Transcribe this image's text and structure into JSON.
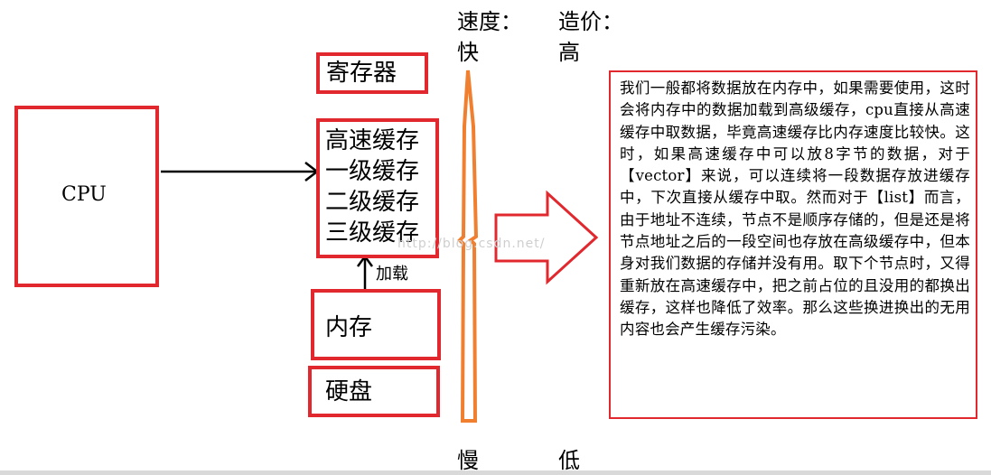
{
  "header": {
    "speed_label": "速度：",
    "cost_label": "造价：",
    "speed_high": "快",
    "cost_high": "高",
    "speed_low": "慢",
    "cost_low": "低"
  },
  "cpu": {
    "label": "CPU"
  },
  "register": {
    "label": "寄存器"
  },
  "cache": {
    "lines": [
      "高速缓存",
      "一级缓存",
      "二级缓存",
      "三级缓存"
    ]
  },
  "load_label": "加载",
  "memory": {
    "label": "内存"
  },
  "disk": {
    "label": "硬盘"
  },
  "note": {
    "text": "我们一般都将数据放在内存中，如果需要使用，这时会将内存中的数据加载到高级缓存，cpu直接从高速缓存中取数据，毕竟高速缓存比内存速度比较快。这时，如果高速缓存中可以放8字节的数据，对于【vector】来说，可以连续将一段数据存放进缓存中，下次直接从缓存中取。然而对于【list】而言，由于地址不连续，节点不是顺序存储的，但是还是将节点地址之后的一段空间也存放在高级缓存中，但本身对我们数据的存储并没有用。取下个节点时，又得重新放在高速缓存中，把之前占位的且没用的都换出缓存，这样也降低了效率。那么这些换进换出的无用内容也会产生缓存污染。"
  },
  "watermark": "http://blog.csdn.net/",
  "colors": {
    "box_border": "#e0282e",
    "arrow_orange": "#f08030",
    "arrow_red": "#e0282e"
  }
}
